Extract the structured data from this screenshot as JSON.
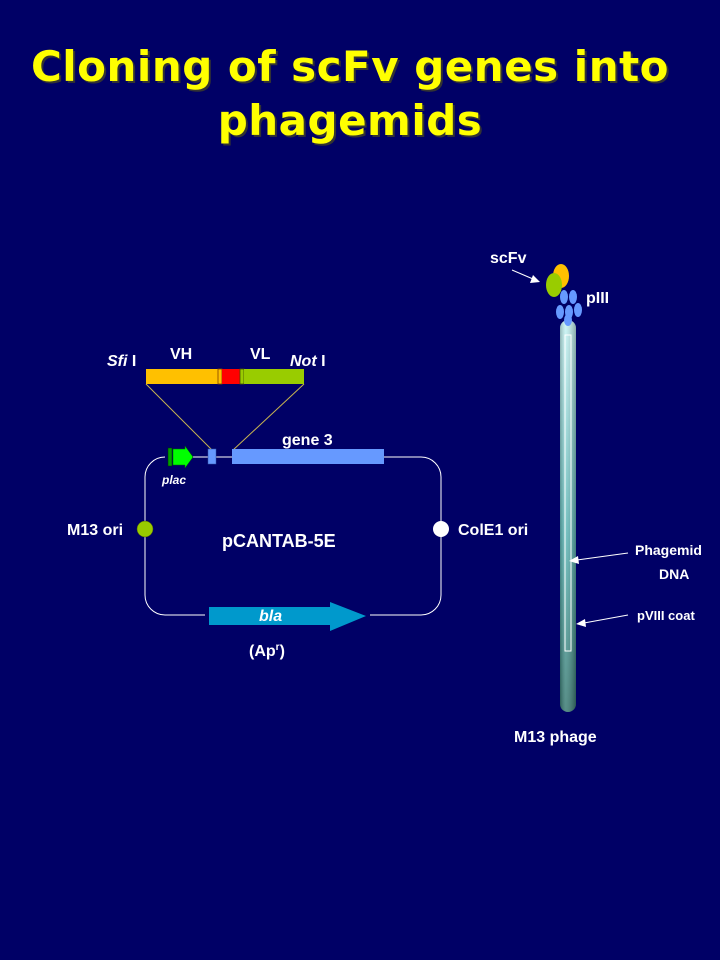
{
  "title": {
    "line1": "Cloning of scFv genes into",
    "line2": "phagemids"
  },
  "insert": {
    "sfi_italic": "Sfi",
    "sfi_suffix": " I",
    "vh": "VH",
    "vl": "VL",
    "not_italic": "Not",
    "not_suffix": " I"
  },
  "plasmid": {
    "gene3": "gene 3",
    "plac": "plac",
    "m13_ori": "M13 ori",
    "name": "pCANTAB-5E",
    "cole1_ori": "ColE1 ori",
    "bla": "bla",
    "apr_open": "(Ap",
    "apr_sup": "r",
    "apr_close": ")"
  },
  "phage": {
    "scfv": "scFv",
    "piii": "pIII",
    "phagemid": "Phagemid",
    "dna": "DNA",
    "pviii": "pVIII coat",
    "m13": "M13 phage"
  },
  "colors": {
    "background": "#000066",
    "title": "#ffff00",
    "vh": "#ffc000",
    "linker": "#ff0000",
    "vl": "#99cc00",
    "gene3": "#6699ff",
    "bla": "#0099cc",
    "plac": "#00ff00",
    "phage_body": "#80d0d0"
  }
}
